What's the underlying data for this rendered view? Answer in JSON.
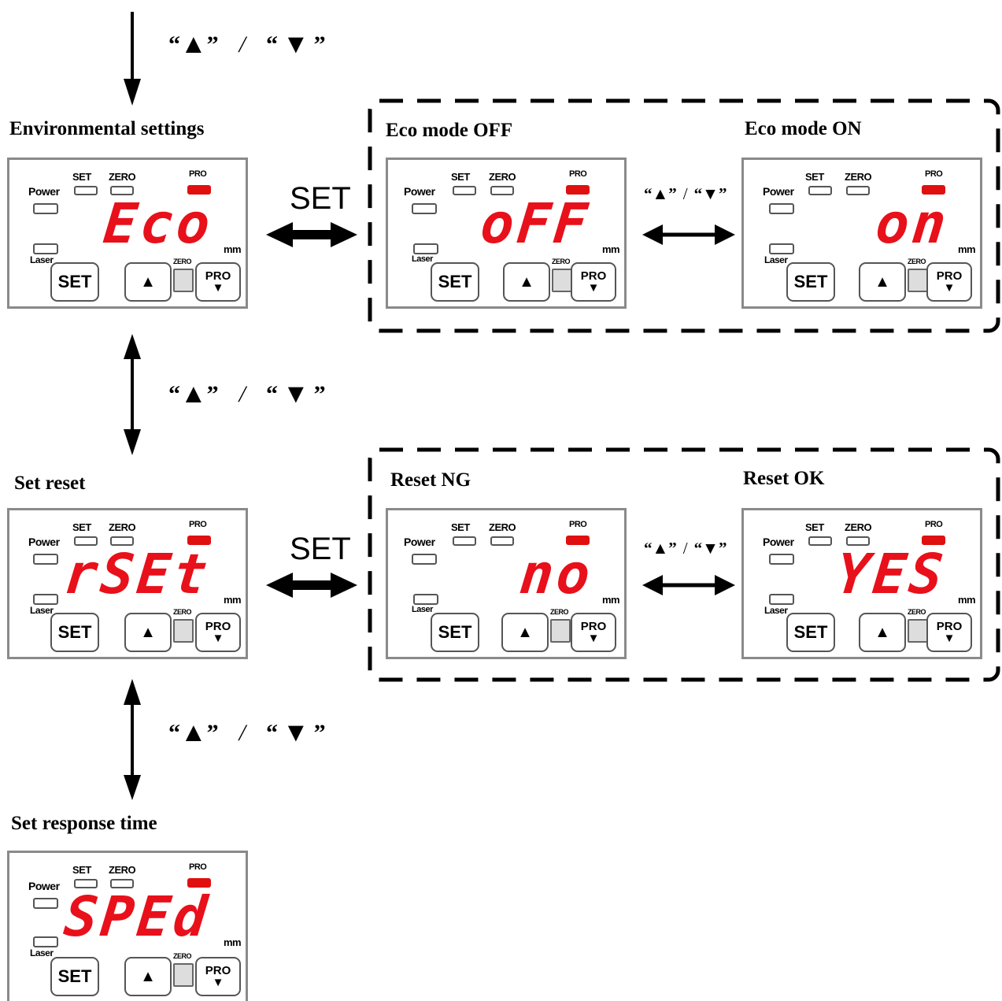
{
  "nav_label": {
    "open_quote": "“",
    "up": "▲",
    "close_quote": "”",
    "slash": "/",
    "down": "▼"
  },
  "set_label": "SET",
  "headings": {
    "environmental": "Environmental settings",
    "eco_off": "Eco mode OFF",
    "eco_on": "Eco mode ON",
    "set_reset": "Set reset",
    "reset_ng": "Reset NG",
    "reset_ok": "Reset OK",
    "response": "Set response time"
  },
  "panel_labels": {
    "power": "Power",
    "set": "SET",
    "zero": "ZERO",
    "pro": "PRO",
    "laser": "Laser",
    "unit": "mm",
    "set_button": "SET",
    "up_button": "▲",
    "pro_button": "PRO",
    "pro_arrow": "▼",
    "zero_small": "ZERO"
  },
  "panels": {
    "environmental": {
      "display": "Eco"
    },
    "eco_off": {
      "display": "oFF"
    },
    "eco_on": {
      "display": "on"
    },
    "set_reset": {
      "display": "rSEt"
    },
    "reset_ng": {
      "display": "no"
    },
    "reset_ok": {
      "display": "YES"
    },
    "response": {
      "display": "SPEd"
    }
  },
  "colors": {
    "led_red": "#e01010",
    "segment_red": "#e8101a",
    "panel_border": "#8a8a8a"
  }
}
